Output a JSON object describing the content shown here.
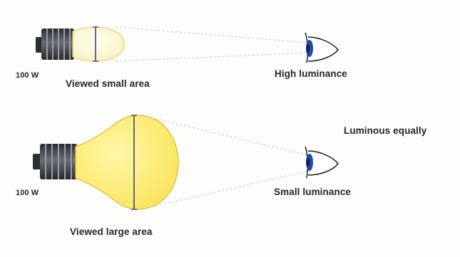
{
  "top": {
    "wattage": "100 W",
    "caption": "Viewed small area",
    "result": "High luminance"
  },
  "bottom": {
    "wattage": "100 W",
    "caption": "Viewed large area",
    "result": "Small luminance"
  },
  "comparison": "Luminous equally",
  "colors": {
    "bulb_fill": "#fdf07a",
    "small_bulb_fill": "#fdfbdc",
    "bulb_outline": "#e3c03a",
    "socket": "#3e4148",
    "diameter_line": "#2c3a8a",
    "sight_line": "#b8c9e0",
    "iris": "#1f4aa8",
    "text": "#23262e"
  }
}
